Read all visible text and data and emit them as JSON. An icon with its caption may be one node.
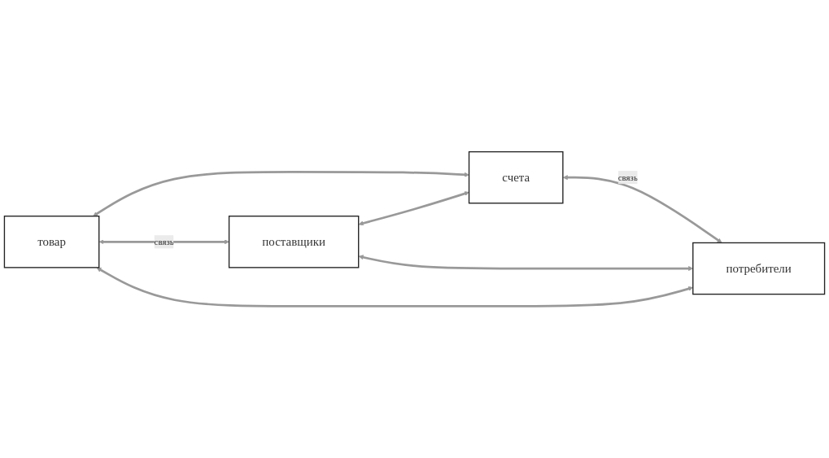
{
  "diagram": {
    "nodes": [
      {
        "text": [
          "товар"
        ]
      },
      {
        "text": [
          "поставщики"
        ]
      },
      {
        "text": [
          "счета"
        ]
      },
      {
        "text": [
          "потребители"
        ]
      }
    ],
    "edges": [
      {
        "from": 0,
        "to": 1,
        "arrow": "both",
        "label": "связь"
      },
      {
        "from": 2,
        "to": 3,
        "arrow": "both",
        "label": "связь"
      },
      {
        "from": 0,
        "to": 2,
        "arrow": "both"
      },
      {
        "from": 1,
        "to": 3,
        "arrow": "both"
      },
      {
        "from": 0,
        "to": 3,
        "arrow": "both"
      },
      {
        "from": 1,
        "to": 2,
        "arrow": "both"
      }
    ]
  }
}
